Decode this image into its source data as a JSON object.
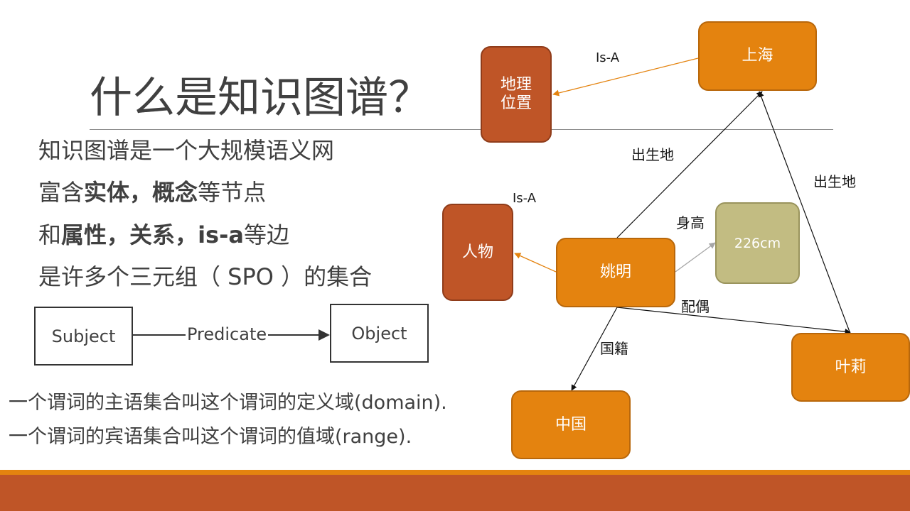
{
  "title": "什么是知识图谱？",
  "bullets": {
    "b1": "知识图谱是一个大规模语义网",
    "b2_pre": "富含",
    "b2_bold1": "实体",
    "b2_mid": "，",
    "b2_bold2": "概念",
    "b2_post": "等节点",
    "b3_pre": "和",
    "b3_bold1": "属性",
    "b3_mid1": "，",
    "b3_bold2": "关系",
    "b3_mid2": "，",
    "b3_bold3": "is-a",
    "b3_post": "等边",
    "b4": "是许多个三元组（ SPO ）的集合"
  },
  "spo": {
    "subject": "Subject",
    "predicate": "Predicate",
    "object": "Object"
  },
  "notes": {
    "domain": "一个谓词的主语集合叫这个谓词的定义域(domain).",
    "range": "一个谓词的宾语集合叫这个谓词的值域(range)."
  },
  "graph": {
    "nodes": {
      "shanghai": "上海",
      "location_line1": "地理",
      "location_line2": "位置",
      "person": "人物",
      "yaoming": "姚明",
      "height_value": "226cm",
      "yeli": "叶莉",
      "china": "中国"
    },
    "edges": {
      "isa_top": "Is-A",
      "isa_person": "Is-A",
      "birthplace_left": "出生地",
      "birthplace_right": "出生地",
      "height": "身高",
      "spouse": "配偶",
      "nationality": "国籍"
    }
  },
  "colors": {
    "node_orange": "#e4830f",
    "node_rust": "#bf5527",
    "node_olive": "#c2bc82",
    "footer_orange": "#e4830f",
    "footer_rust": "#bf5527"
  }
}
